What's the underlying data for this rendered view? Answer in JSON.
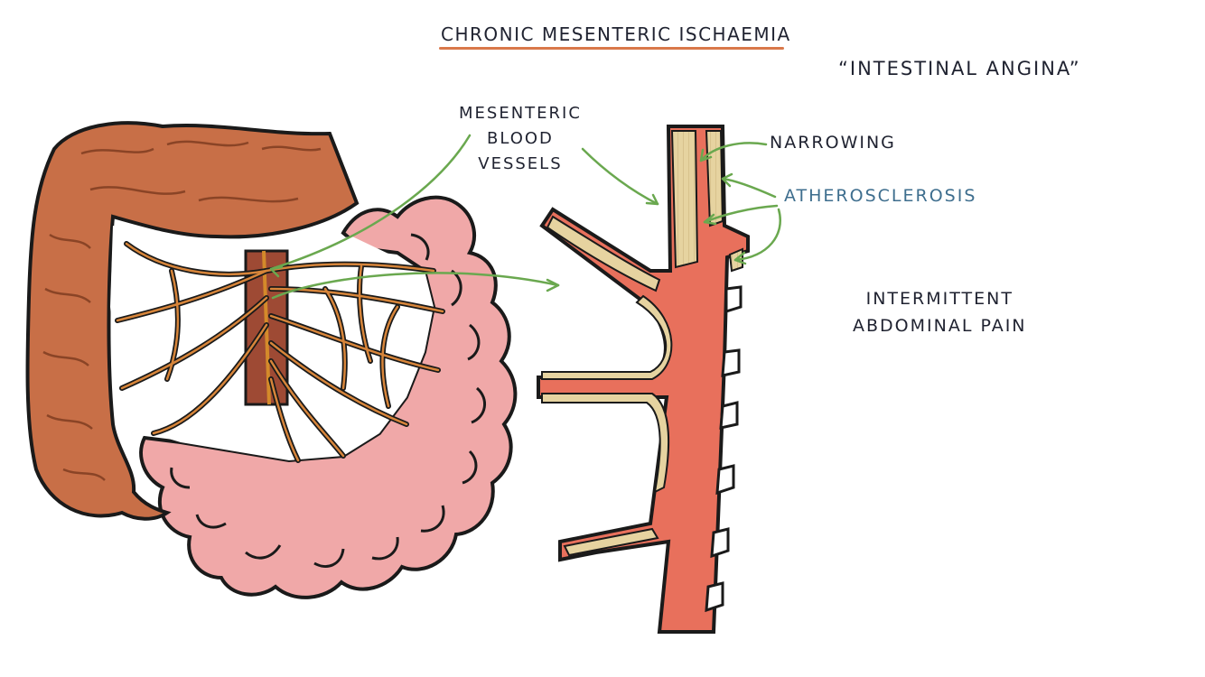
{
  "title": "Chronic Mesenteric Ischaemia",
  "quote": "“Intestinal Angina”",
  "labels": {
    "vessels_line1": "Mesenteric",
    "vessels_line2": "Blood",
    "vessels_line3": "Vessels",
    "narrowing": "Narrowing",
    "atherosclerosis": "Atherosclerosis",
    "pain_line1": "Intermittent",
    "pain_line2": "Abdominal Pain"
  },
  "colors": {
    "colon": "#c86f47",
    "small_intestine": "#f0a8a8",
    "vessel": "#e8705c",
    "vessel_dark": "#7a3a20",
    "plaque": "#e6d3a0",
    "arrow": "#6aa84f",
    "title_underline": "#d9784a",
    "atherosclerosis_text": "#3e6e8e"
  }
}
